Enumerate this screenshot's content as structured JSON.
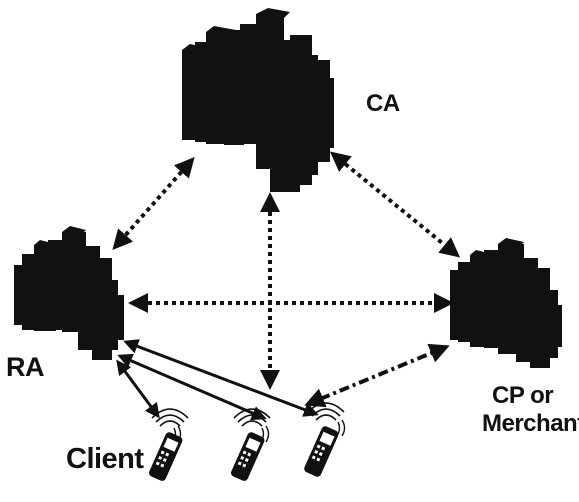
{
  "labels": {
    "ca": "CA",
    "ra": "RA",
    "cp_line1": "CP or",
    "cp_line2": "Merchant",
    "client": "Client"
  },
  "nodes": [
    {
      "id": "ca",
      "kind": "server-cluster",
      "icon": "server-icon"
    },
    {
      "id": "ra",
      "kind": "server-cluster",
      "icon": "server-icon"
    },
    {
      "id": "cp",
      "kind": "server-cluster",
      "icon": "server-icon"
    },
    {
      "id": "phone1",
      "kind": "mobile-phone",
      "icon": "phone-icon"
    },
    {
      "id": "phone2",
      "kind": "mobile-phone",
      "icon": "phone-icon"
    },
    {
      "id": "phone3",
      "kind": "mobile-phone",
      "icon": "phone-icon"
    }
  ],
  "connections": [
    {
      "from": "ca",
      "to": "ra",
      "style": "dotted",
      "bidirectional": true
    },
    {
      "from": "ca",
      "to": "cp",
      "style": "dotted",
      "bidirectional": true
    },
    {
      "from": "ra",
      "to": "cp",
      "style": "dotted",
      "bidirectional": true
    },
    {
      "from": "ca",
      "to": "phone2",
      "style": "dotted",
      "bidirectional": true
    },
    {
      "from": "cp",
      "to": "phone3",
      "style": "dash-dot",
      "bidirectional": true
    },
    {
      "from": "ra",
      "to": "phone1",
      "style": "solid",
      "bidirectional": true
    },
    {
      "from": "ra",
      "to": "phone2",
      "style": "solid",
      "bidirectional": true
    },
    {
      "from": "ra",
      "to": "phone3",
      "style": "solid",
      "bidirectional": true
    }
  ],
  "colors": {
    "ink": "#111111",
    "background": "#ffffff"
  }
}
